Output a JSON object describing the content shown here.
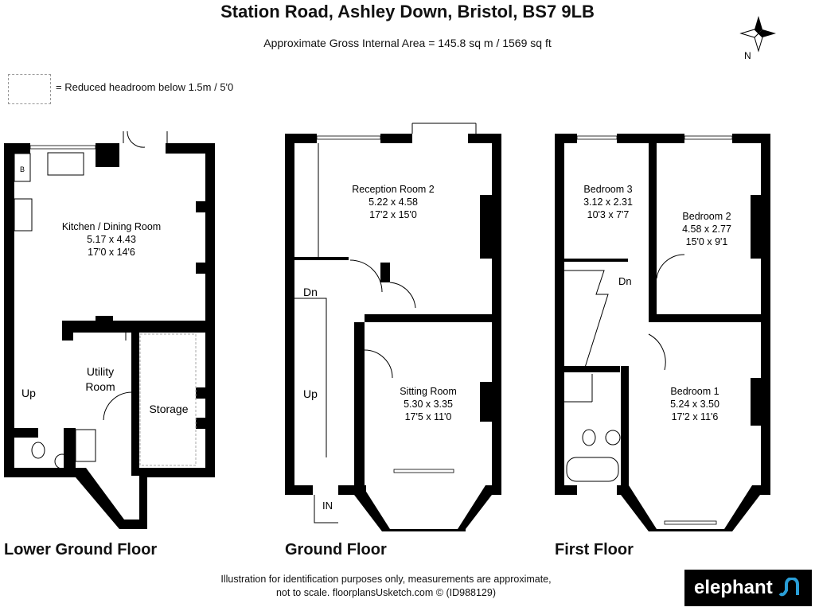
{
  "header": {
    "title": "Station Road, Ashley Down, Bristol, BS7 9LB",
    "area": "Approximate Gross Internal Area = 145.8 sq m / 1569 sq ft",
    "compass_label": "N"
  },
  "legend": {
    "text": "= Reduced headroom below 1.5m / 5'0"
  },
  "floors": {
    "lower": {
      "label": "Lower Ground Floor",
      "kitchen": {
        "name": "Kitchen / Dining Room",
        "metric": "5.17 x 4.43",
        "imperial": "17'0 x 14'6"
      },
      "utility": {
        "name1": "Utility",
        "name2": "Room"
      },
      "storage": "Storage",
      "up": "Up",
      "boiler": "B"
    },
    "ground": {
      "label": "Ground Floor",
      "reception": {
        "name": "Reception Room 2",
        "metric": "5.22 x 4.58",
        "imperial": "17'2 x 15'0"
      },
      "sitting": {
        "name": "Sitting Room",
        "metric": "5.30 x 3.35",
        "imperial": "17'5 x 11'0"
      },
      "dn": "Dn",
      "up": "Up",
      "in": "IN"
    },
    "first": {
      "label": "First Floor",
      "bed3": {
        "name": "Bedroom 3",
        "metric": "3.12 x 2.31",
        "imperial": "10'3 x 7'7"
      },
      "bed2": {
        "name": "Bedroom 2",
        "metric": "4.58 x 2.77",
        "imperial": "15'0 x 9'1"
      },
      "bed1": {
        "name": "Bedroom 1",
        "metric": "5.24 x 3.50",
        "imperial": "17'2 x 11'6"
      },
      "dn": "Dn"
    }
  },
  "footer": {
    "line1": "Illustration for identification purposes only, measurements are approximate,",
    "line2": "not to scale. floorplansUsketch.com © (ID988129)",
    "logo": "elephant",
    "logo_accent": "#2a9fd8"
  }
}
